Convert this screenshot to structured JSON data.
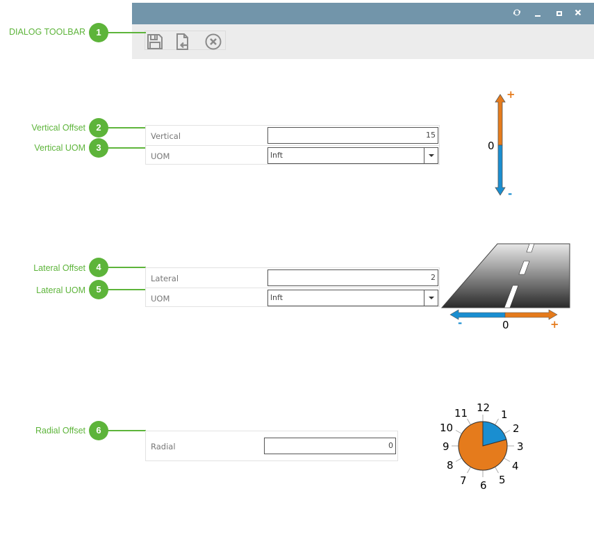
{
  "window": {
    "controls": {
      "refresh_icon": "refresh-icon",
      "minimize_label": "–",
      "maximize_label": "□",
      "close_label": "✕"
    },
    "titlebar_color": "#7295aa"
  },
  "toolbar": {
    "buttons": [
      {
        "name": "save",
        "icon": "floppy-disk-icon"
      },
      {
        "name": "import",
        "icon": "file-import-icon"
      },
      {
        "name": "cancel",
        "icon": "close-circle-icon"
      }
    ]
  },
  "callouts": [
    {
      "number": "1",
      "label": "DIALOG TOOLBAR"
    },
    {
      "number": "2",
      "label": "Vertical Offset"
    },
    {
      "number": "3",
      "label": "Vertical UOM"
    },
    {
      "number": "4",
      "label": "Lateral Offset"
    },
    {
      "number": "5",
      "label": "Lateral UOM"
    },
    {
      "number": "6",
      "label": "Radial Offset"
    }
  ],
  "vertical": {
    "offset_label": "Vertical",
    "offset_value": "15",
    "uom_label": "UOM",
    "uom_value": "lnft"
  },
  "lateral": {
    "offset_label": "Lateral",
    "offset_value": "2",
    "uom_label": "UOM",
    "uom_value": "lnft"
  },
  "radial": {
    "offset_label": "Radial",
    "offset_value": "0"
  },
  "diagrams": {
    "vertical": {
      "plus": "+",
      "zero": "0",
      "minus": "-"
    },
    "lateral": {
      "minus": "-",
      "zero": "0",
      "plus": "+"
    },
    "clock": {
      "numbers": [
        "12",
        "1",
        "2",
        "3",
        "4",
        "5",
        "6",
        "7",
        "8",
        "9",
        "10",
        "11"
      ]
    },
    "colors": {
      "positive": "#e57b1c",
      "negative": "#1a8ed0",
      "callout": "#5db43a"
    }
  }
}
